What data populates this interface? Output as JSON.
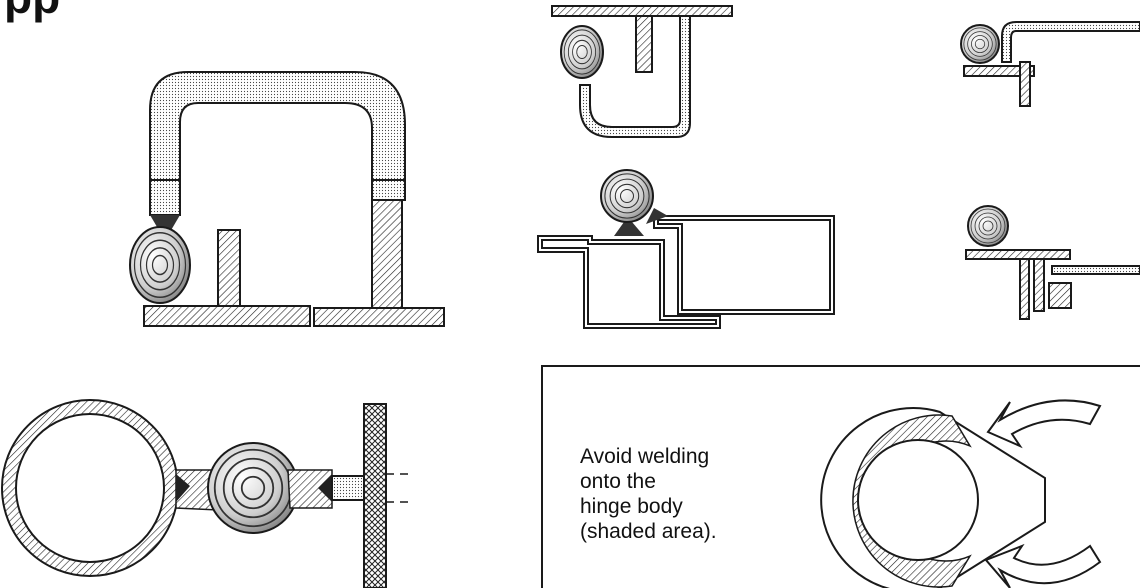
{
  "heading_fragment": "pp",
  "note": {
    "lines": [
      "Avoid welding",
      "onto the",
      "hinge body",
      "(shaded area)."
    ]
  },
  "colors": {
    "ink": "#1a1a1a",
    "fill_light": "#e8e8e8",
    "paper": "#ffffff"
  }
}
